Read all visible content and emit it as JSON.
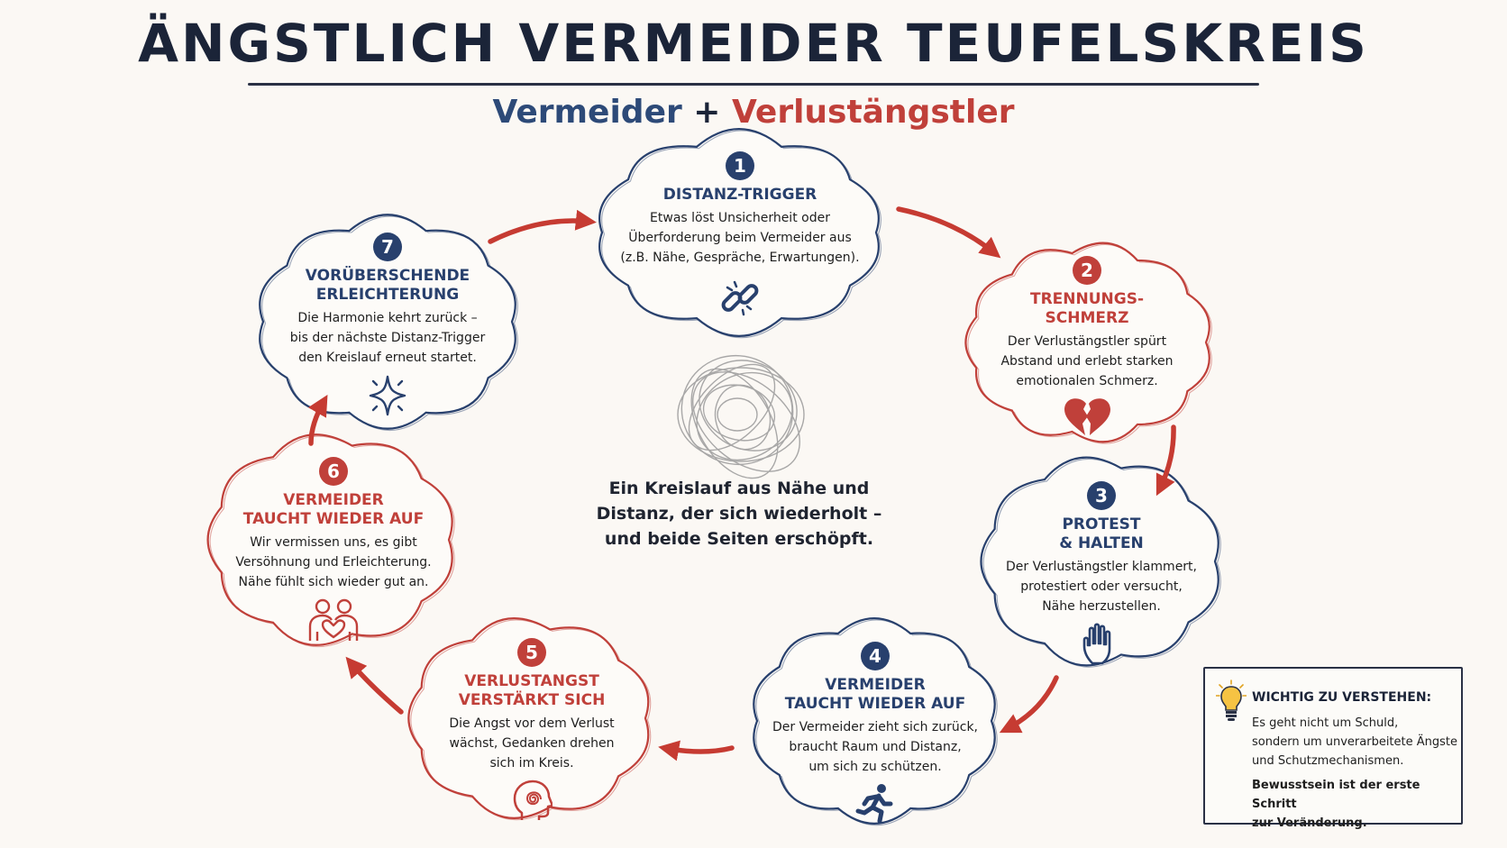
{
  "title": "ÄNGSTLICH VERMEIDER TEUFELSKREIS",
  "subtitle": {
    "avoider": "Vermeider",
    "plus": "+",
    "anxious": "Verlustängstler"
  },
  "colors": {
    "blue": "#28406d",
    "red": "#c0403a",
    "ink": "#1b2438",
    "background": "#fbf8f4"
  },
  "steps": [
    {
      "number": "1",
      "title_lines": [
        "DISTANZ-TRIGGER"
      ],
      "text_lines": [
        "Etwas löst Unsicherheit oder",
        "Überforderung beim Vermeider aus",
        "(z.B. Nähe, Gespräche, Erwartungen)."
      ],
      "color": "blue",
      "icon": "broken-chain-icon"
    },
    {
      "number": "2",
      "title_lines": [
        "TRENNUNGS-",
        "SCHMERZ"
      ],
      "text_lines": [
        "Der Verlustängstler spürt",
        "Abstand und erlebt starken",
        "emotionalen Schmerz."
      ],
      "color": "red",
      "icon": "broken-heart-icon"
    },
    {
      "number": "3",
      "title_lines": [
        "PROTEST",
        "& HALTEN"
      ],
      "text_lines": [
        "Der Verlustängstler klammert,",
        "protestiert oder versucht,",
        "Nähe herzustellen."
      ],
      "color": "blue",
      "icon": "hand-icon"
    },
    {
      "number": "4",
      "title_lines": [
        "VERMEIDER",
        "TAUCHT WIEDER AUF"
      ],
      "text_lines": [
        "Der Vermeider zieht sich zurück,",
        "braucht Raum und Distanz,",
        "um sich zu schützen."
      ],
      "color": "blue",
      "icon": "running-person-icon"
    },
    {
      "number": "5",
      "title_lines": [
        "VERLUSTANGST",
        "VERSTÄRKT SICH"
      ],
      "text_lines": [
        "Die Angst vor dem Verlust",
        "wächst, Gedanken drehen",
        "sich im Kreis."
      ],
      "color": "red",
      "icon": "spiral-head-icon"
    },
    {
      "number": "6",
      "title_lines": [
        "VERMEIDER",
        "TAUCHT WIEDER AUF"
      ],
      "text_lines": [
        "Wir vermissen uns, es gibt",
        "Versöhnung und Erleichterung.",
        "Nähe fühlt sich wieder gut an."
      ],
      "color": "red",
      "icon": "couple-heart-icon"
    },
    {
      "number": "7",
      "title_lines": [
        "VORÜBERSCHENDE",
        "ERLEICHTERUNG"
      ],
      "text_lines": [
        "Die Harmonie kehrt zurück –",
        "bis der nächste Distanz-Trigger",
        "den Kreislauf erneut startet."
      ],
      "color": "blue",
      "icon": "sparkle-icon"
    }
  ],
  "center": {
    "icon": "tangled-scribble-icon",
    "text_lines": [
      "Ein Kreislauf aus Nähe und",
      "Distanz, der sich wiederholt –",
      "und beide Seiten erschöpft."
    ]
  },
  "info": {
    "icon": "lightbulb-icon",
    "heading": "WICHTIG ZU VERSTEHEN:",
    "text_lines": [
      "Es geht nicht um Schuld,",
      "sondern um unverarbeitete Ängste",
      "und Schutzmechanismen."
    ],
    "strong_lines": [
      "Bewusstsein ist der erste Schritt",
      "zur Veränderung."
    ]
  }
}
